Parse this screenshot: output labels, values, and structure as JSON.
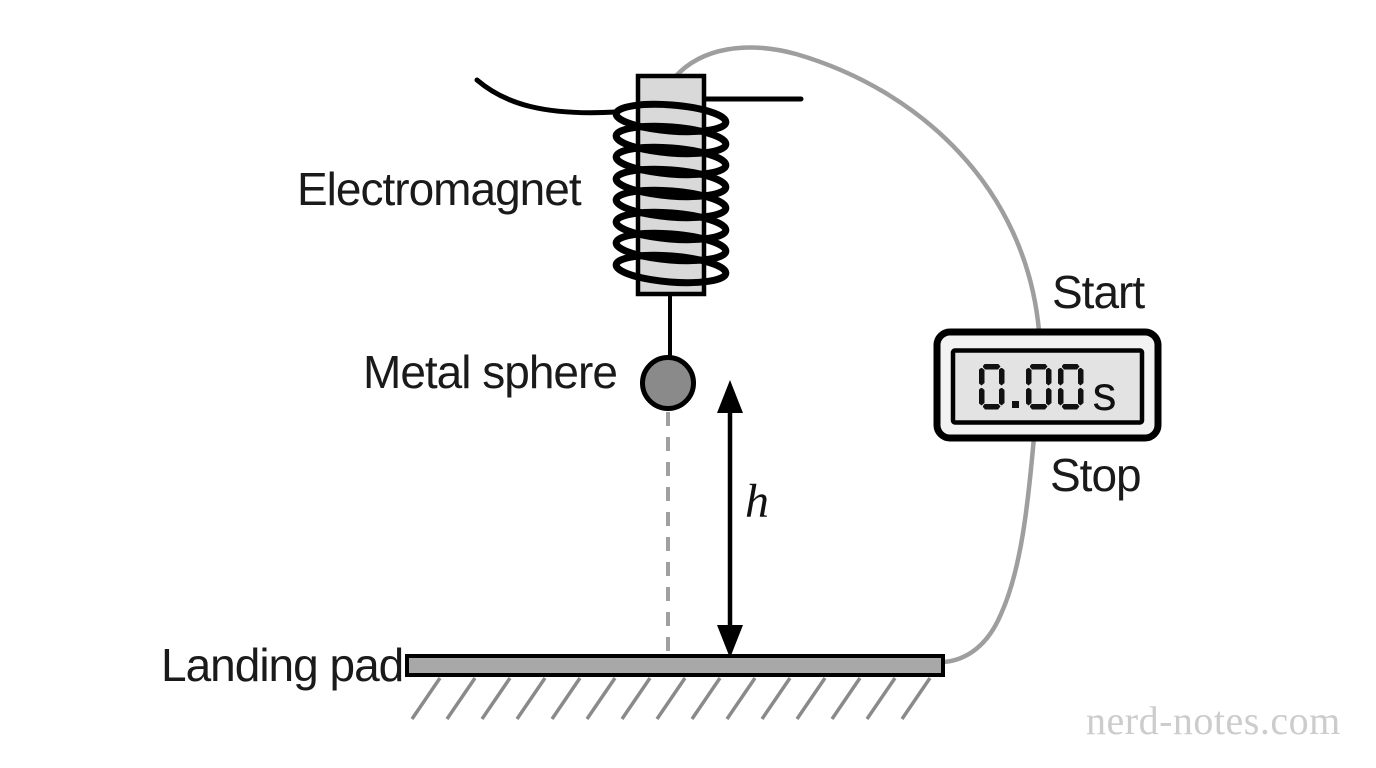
{
  "labels": {
    "electromagnet": "Electromagnet",
    "metal_sphere": "Metal sphere",
    "landing_pad": "Landing pad",
    "height_symbol": "h",
    "timer_start": "Start",
    "timer_stop": "Stop"
  },
  "timer": {
    "value": "0.00",
    "unit": "s"
  },
  "watermark": "nerd-notes.com",
  "colors": {
    "outline": "#000000",
    "core_fill": "#d9d9d9",
    "sphere_fill": "#8a8a8a",
    "pad_fill": "#a8a8a8",
    "hatch_gray": "#8a8a8a",
    "wire_gray": "#9e9e9e",
    "dash_gray": "#a0a0a0",
    "timer_body_fill": "#f2f2f2",
    "timer_screen_fill": "#e3e3e3",
    "segment_black": "#111111",
    "label_black": "#1a1a1a",
    "watermark_gray": "#cccccc"
  }
}
